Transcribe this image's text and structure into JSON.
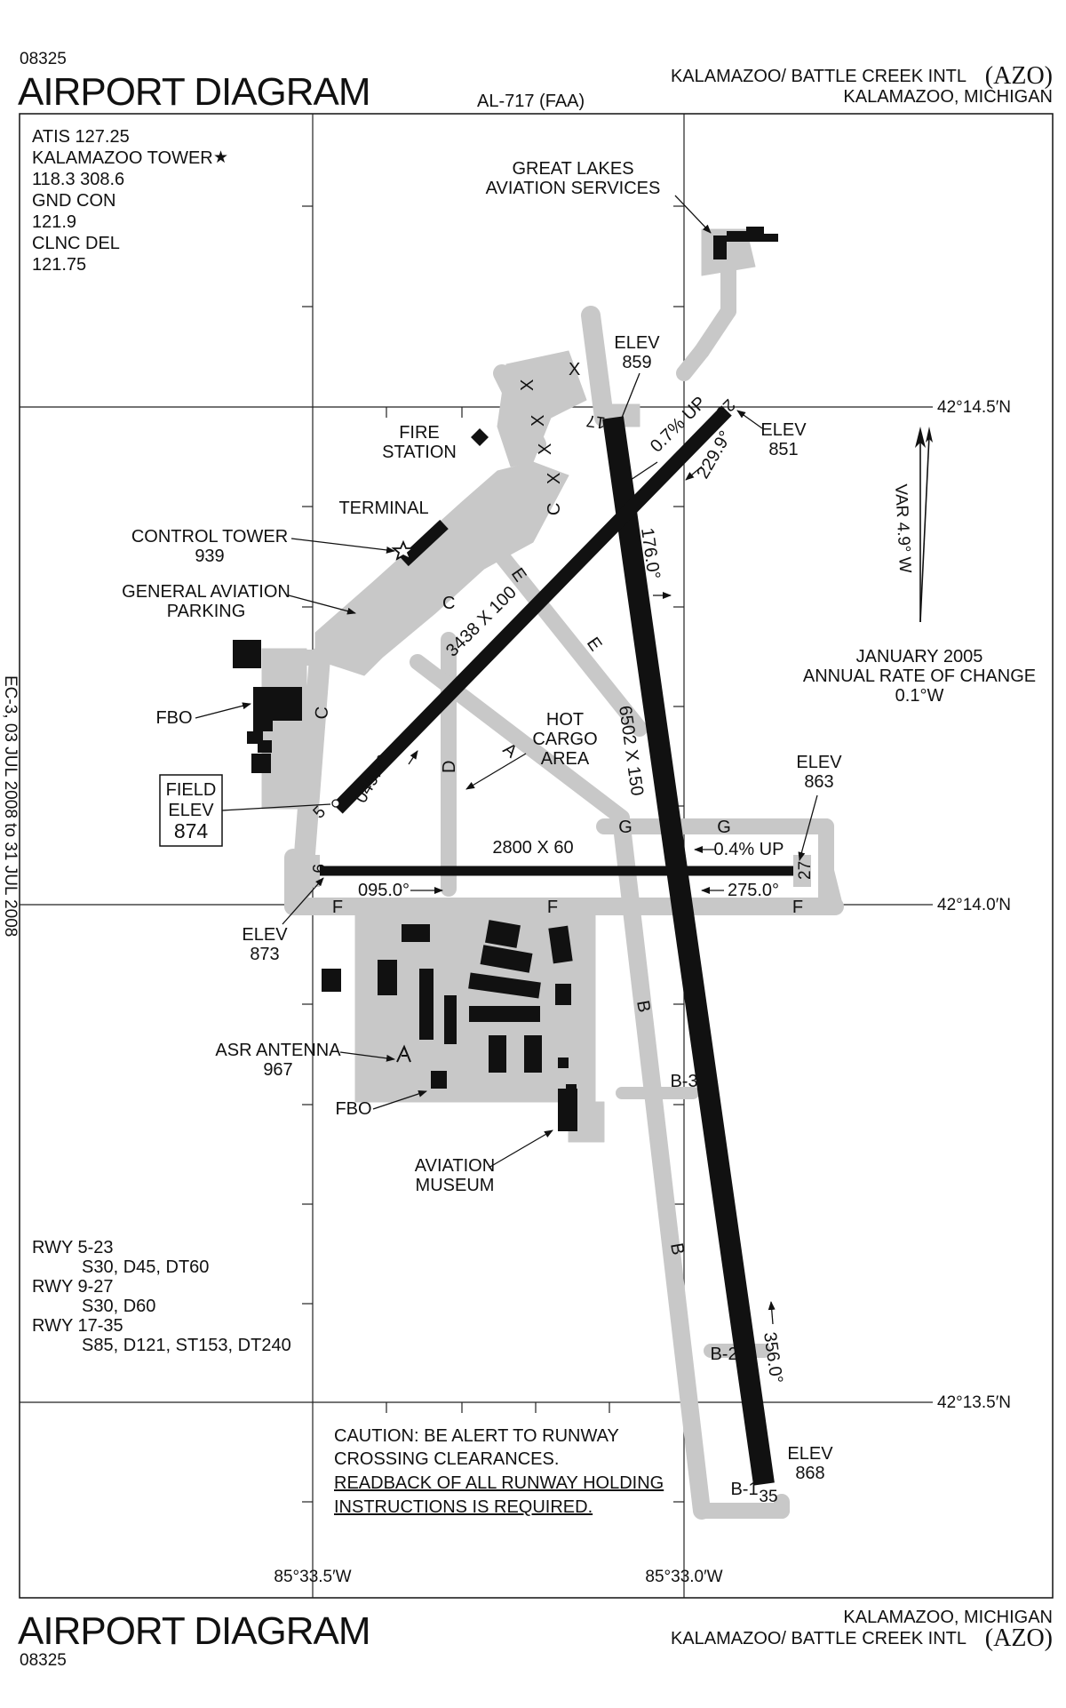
{
  "header": {
    "chart_code": "08325",
    "title": "AIRPORT DIAGRAM",
    "proc_id": "AL-717 (FAA)",
    "airport_name": "KALAMAZOO/ BATTLE CREEK INTL",
    "airport_id": "(AZO)",
    "city_state": "KALAMAZOO, MICHIGAN"
  },
  "footer": {
    "title": "AIRPORT DIAGRAM",
    "chart_code": "08325",
    "city_state": "KALAMAZOO, MICHIGAN",
    "airport_name": "KALAMAZOO/ BATTLE CREEK INTL",
    "airport_id": "(AZO)"
  },
  "side_text": "EC-3, 03 JUL 2008 to 31 JUL 2008",
  "comms": [
    "ATIS 127.25",
    "KALAMAZOO TOWER",
    "118.3  308.6",
    "GND CON",
    "121.9",
    "CLNC DEL",
    "121.75"
  ],
  "star_symbol": "★",
  "coords": {
    "lat_top": "42°14.5′N",
    "lat_mid": "42°14.0′N",
    "lat_bot": "42°13.5′N",
    "lon_left": "85°33.5′W",
    "lon_right": "85°33.0′W"
  },
  "labels": {
    "great_lakes_1": "GREAT LAKES",
    "great_lakes_2": "AVIATION SERVICES",
    "elev_word": "ELEV",
    "elev_17": "859",
    "elev_23": "851",
    "elev_27": "863",
    "elev_9": "873",
    "elev_35": "868",
    "fire_1": "FIRE",
    "fire_2": "STATION",
    "terminal": "TERMINAL",
    "tower_1": "CONTROL TOWER",
    "tower_2": "939",
    "ga_1": "GENERAL AVIATION",
    "ga_2": "PARKING",
    "fbo": "FBO",
    "field_1": "FIELD",
    "field_2": "ELEV",
    "field_3": "874",
    "hot_1": "HOT",
    "hot_2": "CARGO",
    "hot_3": "AREA",
    "asr_1": "ASR ANTENNA",
    "asr_2": "967",
    "museum_1": "AVIATION",
    "museum_2": "MUSEUM",
    "var_text": "VAR 4.9° W",
    "jan_1": "JANUARY 2005",
    "jan_2": "ANNUAL RATE OF CHANGE",
    "jan_3": "0.1°W"
  },
  "runways": {
    "r1": "17",
    "r2": "35",
    "r3": "5",
    "r4": "23",
    "r5": "9",
    "r6": "27",
    "dim_5_23": "3438 X 100",
    "dim_17_35": "6502 X 150",
    "dim_9_27": "2800 X 60",
    "hdg_229": "229.9°",
    "hdg_049": "049.9°",
    "hdg_176": "176.0°",
    "hdg_356": "356.0°",
    "hdg_095": "095.0°",
    "hdg_275": "275.0°",
    "slope_23": "0.7% UP",
    "slope_27": "0.4% UP"
  },
  "taxiways": {
    "A": "A",
    "B": "B",
    "C": "C",
    "D": "D",
    "E": "E",
    "F": "F",
    "G": "G",
    "X": "X",
    "B1": "B-1",
    "B2": "B-2",
    "B3": "B-3"
  },
  "strength": [
    "RWY 5-23",
    "S30, D45, DT60",
    "RWY 9-27",
    "S30, D60",
    "RWY 17-35",
    "S85, D121, ST153, DT240"
  ],
  "caution": [
    "CAUTION: BE ALERT TO RUNWAY",
    "CROSSING CLEARANCES.",
    "READBACK OF ALL RUNWAY HOLDING",
    "INSTRUCTIONS IS REQUIRED."
  ]
}
